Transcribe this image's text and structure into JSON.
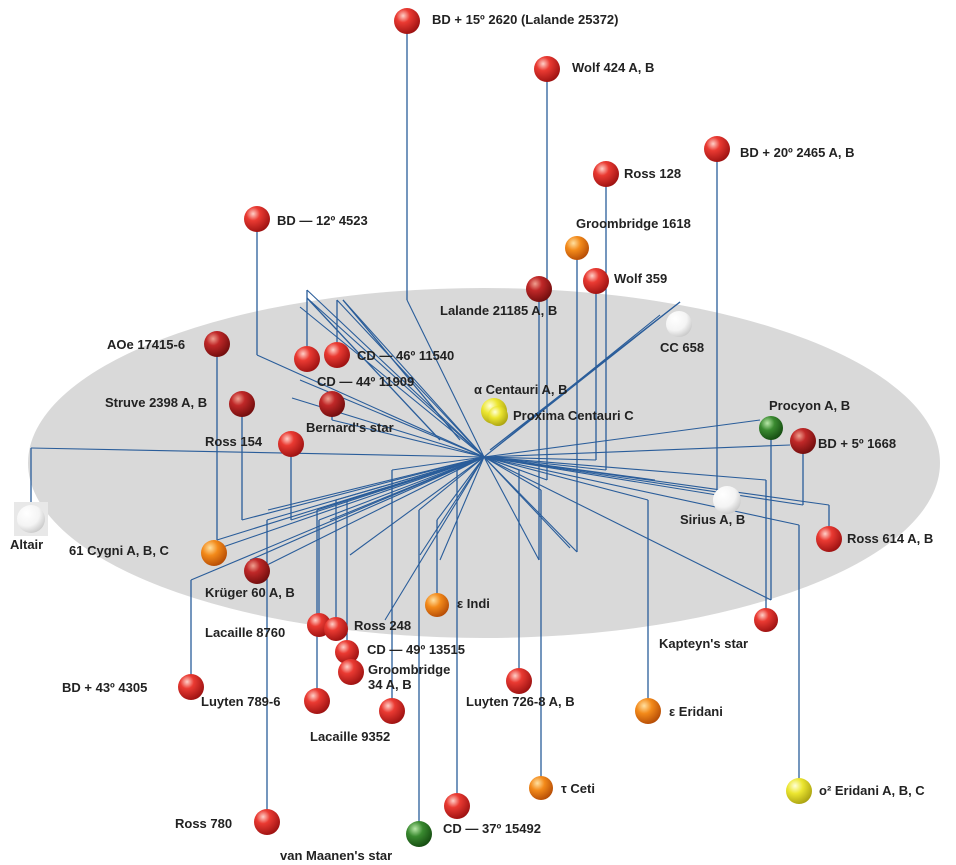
{
  "colors": {
    "plane": "#d9d9d9",
    "line": "#2a5d9a",
    "red": "#e12a2a",
    "darkred": "#b51f24",
    "orange": "#f07a12",
    "yellow": "#e8e02a",
    "green": "#2f7d2a",
    "white": "#ffffff"
  },
  "stars": [
    {
      "id": "bd15",
      "label": "BD + 15º 2620 (Lalande 25372)",
      "color": "red"
    },
    {
      "id": "wolf424",
      "label": "Wolf 424 A, B",
      "color": "red"
    },
    {
      "id": "bd20",
      "label": "BD + 20º 2465 A, B",
      "color": "red"
    },
    {
      "id": "ross128",
      "label": "Ross 128",
      "color": "red"
    },
    {
      "id": "bd12",
      "label": "BD — 12º 4523",
      "color": "red"
    },
    {
      "id": "groom1618",
      "label": "Groombridge 1618",
      "color": "orange"
    },
    {
      "id": "wolf359",
      "label": "Wolf 359",
      "color": "red"
    },
    {
      "id": "lalande21185",
      "label": "Lalande 21185 A, B",
      "color": "darkred"
    },
    {
      "id": "cc658",
      "label": "CC 658",
      "color": "white"
    },
    {
      "id": "aoe",
      "label": "AOe 17415-6",
      "color": "darkred"
    },
    {
      "id": "cd46",
      "label": "CD — 46º 11540",
      "color": "red"
    },
    {
      "id": "cd44",
      "label": "CD — 44º 11909",
      "color": "red"
    },
    {
      "id": "alphacen",
      "label": "α Centauri A, B",
      "color": "yellow"
    },
    {
      "id": "proxima",
      "label": "Proxima Centauri C",
      "color": "yellow"
    },
    {
      "id": "struve",
      "label": "Struve 2398 A, B",
      "color": "darkred"
    },
    {
      "id": "barnard",
      "label": "Bernard's star",
      "color": "darkred"
    },
    {
      "id": "procyon",
      "label": "Procyon A, B",
      "color": "green"
    },
    {
      "id": "bd5",
      "label": "BD + 5º 1668",
      "color": "darkred"
    },
    {
      "id": "ross154",
      "label": "Ross 154",
      "color": "red"
    },
    {
      "id": "altair",
      "label": "Altair",
      "color": "white"
    },
    {
      "id": "sirius",
      "label": "Sirius A, B",
      "color": "white"
    },
    {
      "id": "ross614",
      "label": "Ross 614 A, B",
      "color": "red"
    },
    {
      "id": "cygni",
      "label": "61 Cygni A, B, C",
      "color": "orange"
    },
    {
      "id": "kruger",
      "label": "Krüger 60 A, B",
      "color": "darkred"
    },
    {
      "id": "epsindi",
      "label": "ε Indi",
      "color": "orange"
    },
    {
      "id": "lacaille8760",
      "label": "Lacaille 8760",
      "color": "red"
    },
    {
      "id": "ross248",
      "label": "Ross 248",
      "color": "red"
    },
    {
      "id": "kapteyn",
      "label": "Kapteyn's star",
      "color": "red"
    },
    {
      "id": "cd49",
      "label": "CD — 49º 13515",
      "color": "red"
    },
    {
      "id": "groom34",
      "label": "Groombridge 34 A, B",
      "color": "red"
    },
    {
      "id": "bd43",
      "label": "BD + 43º 4305",
      "color": "red"
    },
    {
      "id": "luyten789",
      "label": "Luyten 789-6",
      "color": "red"
    },
    {
      "id": "luyten726",
      "label": "Luyten 726-8 A, B",
      "color": "red"
    },
    {
      "id": "epseri",
      "label": "ε Eridani",
      "color": "orange"
    },
    {
      "id": "lacaille9352",
      "label": "Lacaille 9352",
      "color": "red"
    },
    {
      "id": "tauceti",
      "label": "τ Ceti",
      "color": "orange"
    },
    {
      "id": "o2eri",
      "label": "o² Eridani A, B, C",
      "color": "yellow"
    },
    {
      "id": "ross780",
      "label": "Ross 780",
      "color": "red"
    },
    {
      "id": "cd37",
      "label": "CD — 37º 15492",
      "color": "red"
    },
    {
      "id": "vanmaanen",
      "label": "van Maanen's star",
      "color": "green"
    }
  ]
}
